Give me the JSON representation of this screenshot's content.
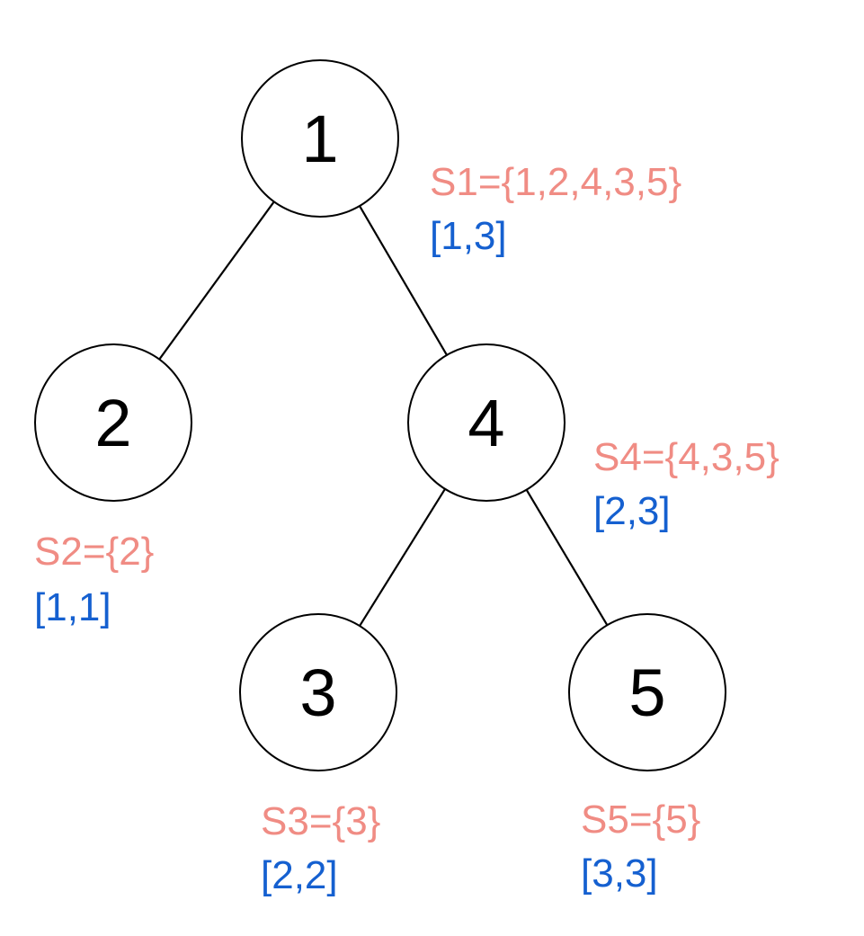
{
  "diagram": {
    "colors": {
      "set_text": "#f08c84",
      "range_text": "#1560d0",
      "node_stroke": "#000000",
      "edge": "#000000"
    },
    "nodes": [
      {
        "id": "1",
        "label": "1",
        "set": "S1={1,2,4,3,5}",
        "range": "[1,3]"
      },
      {
        "id": "2",
        "label": "2",
        "set": "S2={2}",
        "range": "[1,1]"
      },
      {
        "id": "4",
        "label": "4",
        "set": "S4={4,3,5}",
        "range": "[2,3]"
      },
      {
        "id": "3",
        "label": "3",
        "set": "S3={3}",
        "range": "[2,2]"
      },
      {
        "id": "5",
        "label": "5",
        "set": "S5={5}",
        "range": "[3,3]"
      }
    ],
    "edges": [
      {
        "from": "1",
        "to": "2"
      },
      {
        "from": "1",
        "to": "4"
      },
      {
        "from": "4",
        "to": "3"
      },
      {
        "from": "4",
        "to": "5"
      }
    ]
  }
}
